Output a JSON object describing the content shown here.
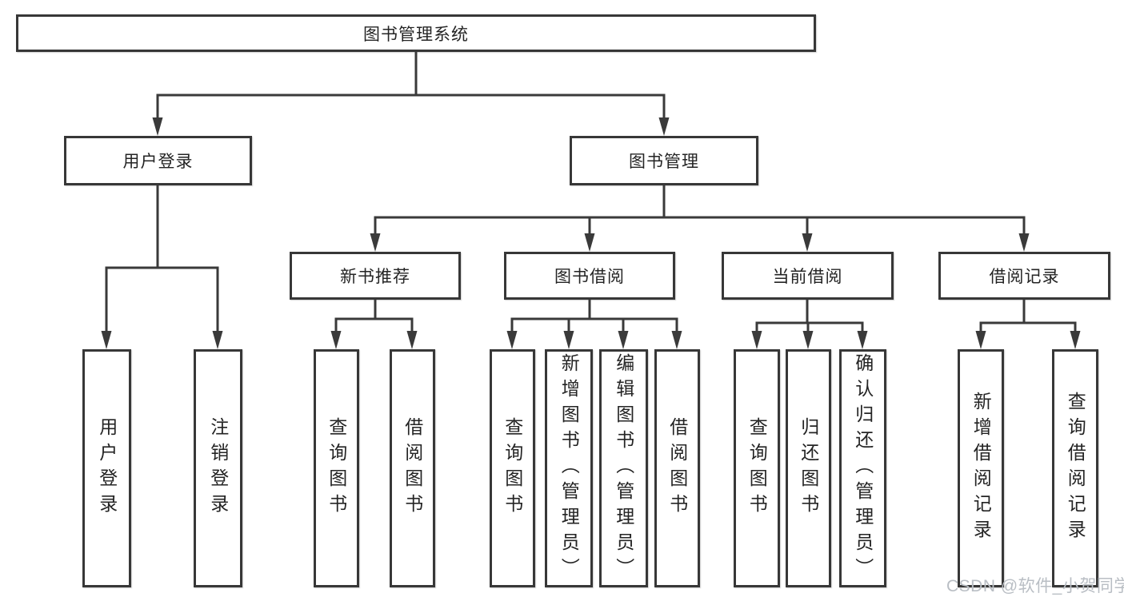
{
  "diagram": {
    "root": {
      "label": "图书管理系统"
    },
    "branches": [
      {
        "label": "用户登录",
        "children": [
          {
            "label": "用户登录"
          },
          {
            "label": "注销登录"
          }
        ]
      },
      {
        "label": "图书管理",
        "children": [
          {
            "label": "新书推荐",
            "children": [
              {
                "label": "查询图书"
              },
              {
                "label": "借阅图书"
              }
            ]
          },
          {
            "label": "图书借阅",
            "children": [
              {
                "label": "查询图书"
              },
              {
                "label": "新增图书（管理员）"
              },
              {
                "label": "编辑图书（管理员）"
              },
              {
                "label": "借阅图书"
              }
            ]
          },
          {
            "label": "当前借阅",
            "children": [
              {
                "label": "查询图书"
              },
              {
                "label": "归还图书"
              },
              {
                "label": "确认归还（管理员）"
              }
            ]
          },
          {
            "label": "借阅记录",
            "children": [
              {
                "label": "新增借阅记录"
              },
              {
                "label": "查询借阅记录"
              }
            ]
          }
        ]
      }
    ]
  },
  "watermark": {
    "text": "CSDN @软件_小贺同学"
  },
  "colors": {
    "line": "#3a3a3a",
    "border": "#373737",
    "text": "#242424",
    "background": "#ffffff",
    "watermark": "#b9bec4"
  }
}
